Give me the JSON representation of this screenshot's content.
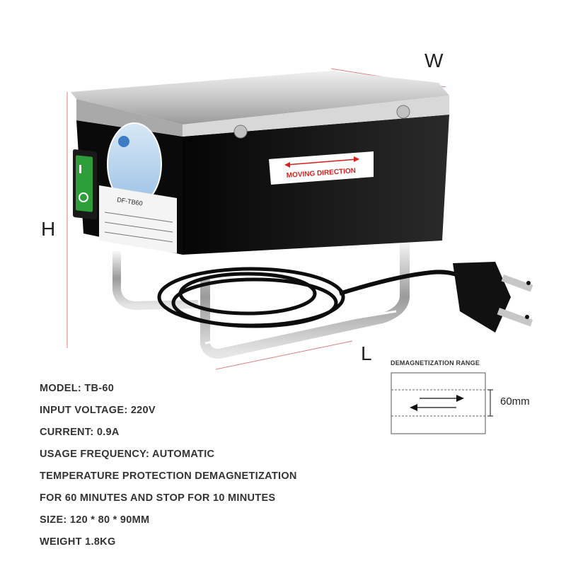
{
  "dimensions": {
    "w": "W",
    "h": "H",
    "l": "L"
  },
  "device": {
    "direction_label": "MOVING DIRECTION",
    "model_label": "DF-TB60",
    "colors": {
      "body": "#111111",
      "top_plate": "#c9c9c9",
      "switch": "#2e9e3a",
      "label": "#b8d4ec",
      "arrow": "#d62020"
    }
  },
  "specs": [
    "MODEL: TB-60",
    "INPUT VOLTAGE: 220V",
    "CURRENT: 0.9A",
    "USAGE FREQUENCY: AUTOMATIC",
    "TEMPERATURE PROTECTION DEMAGNETIZATION",
    "FOR 60 MINUTES AND STOP FOR 10 MINUTES",
    "SIZE: 120 * 80 * 90MM",
    "WEIGHT 1.8KG"
  ],
  "range": {
    "title": "DEMAGNETIZATION RANGE",
    "value": "60mm"
  }
}
